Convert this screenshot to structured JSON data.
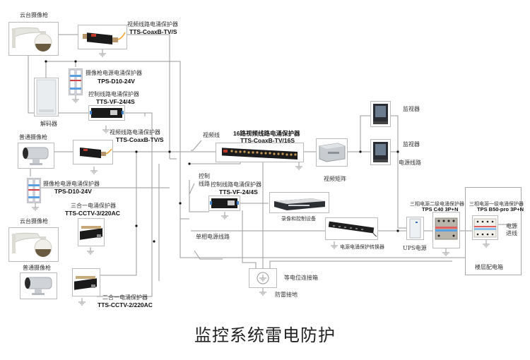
{
  "title": "监控系统雷电防护",
  "devices": {
    "ptz_camera_1": {
      "label": "云台摄像枪"
    },
    "video_protector_1": {
      "label": "视频线路电涌保护器",
      "model": "TTS-CoaxB-TV/S"
    },
    "camera_power_protector_1": {
      "label": "摄像枪电源电涌保护器",
      "model": "TPS-D10-24V"
    },
    "control_protector_1": {
      "label": "控制线路电涌保护器",
      "model": "TTS-VF-24/4S"
    },
    "decoder": {
      "label": "解码器"
    },
    "bullet_camera_1": {
      "label": "普通摄像枪"
    },
    "video_protector_2": {
      "label": "视频线路电涌保护器",
      "model": "TTS-CoaxB-TV/S"
    },
    "camera_power_protector_2": {
      "label": "摄像枪电源电涌保护器",
      "model": "TPS-D10-24V"
    },
    "three_in_one": {
      "label": "三合一电涌保护器",
      "model": "TTS-CCTV-3/220AC"
    },
    "ptz_camera_2": {
      "label": "云台摄像枪"
    },
    "bullet_camera_2": {
      "label": "普通摄像枪"
    },
    "two_in_one": {
      "label": "二合一电涌保护器",
      "model": "TTS-CCTV-2/220AC"
    },
    "video_16ch_protector": {
      "label": "16路视频线路电涌保护器",
      "model": "TTS-CoaxB-TV/16S"
    },
    "video_matrix": {
      "label": "视频矩阵"
    },
    "monitor_1": {
      "label": "监视器"
    },
    "monitor_2": {
      "label": "监视器"
    },
    "control_protector_2": {
      "label": "控制线路电涌保护器",
      "model": "TTS-VF-24/4S"
    },
    "recorder": {
      "label": "录像和控制设备"
    },
    "power_strip": {
      "label": "电源电涌保护转换器"
    },
    "ups": {
      "label": "UPS电源"
    },
    "tps_c40": {
      "label": "三相电源二级电涌保护器",
      "model": "TPS C40 3P+N"
    },
    "tps_b50": {
      "label": "三相电源一级电涌保护器",
      "model": "TPS B50-pro 3P+N"
    },
    "equipotential_box": {
      "label": "等电位连接箱"
    }
  },
  "annotations": {
    "video_line": "视频线",
    "control_line_1": "控制",
    "control_line_2": "线路",
    "single_phase_power": "单相电源线路",
    "power_line": "电源线路",
    "power_incoming_1": "电源",
    "power_incoming_2": "进线",
    "floor_distribution_box": "楼层配电箱",
    "lightning_ground": "防雷接地"
  }
}
